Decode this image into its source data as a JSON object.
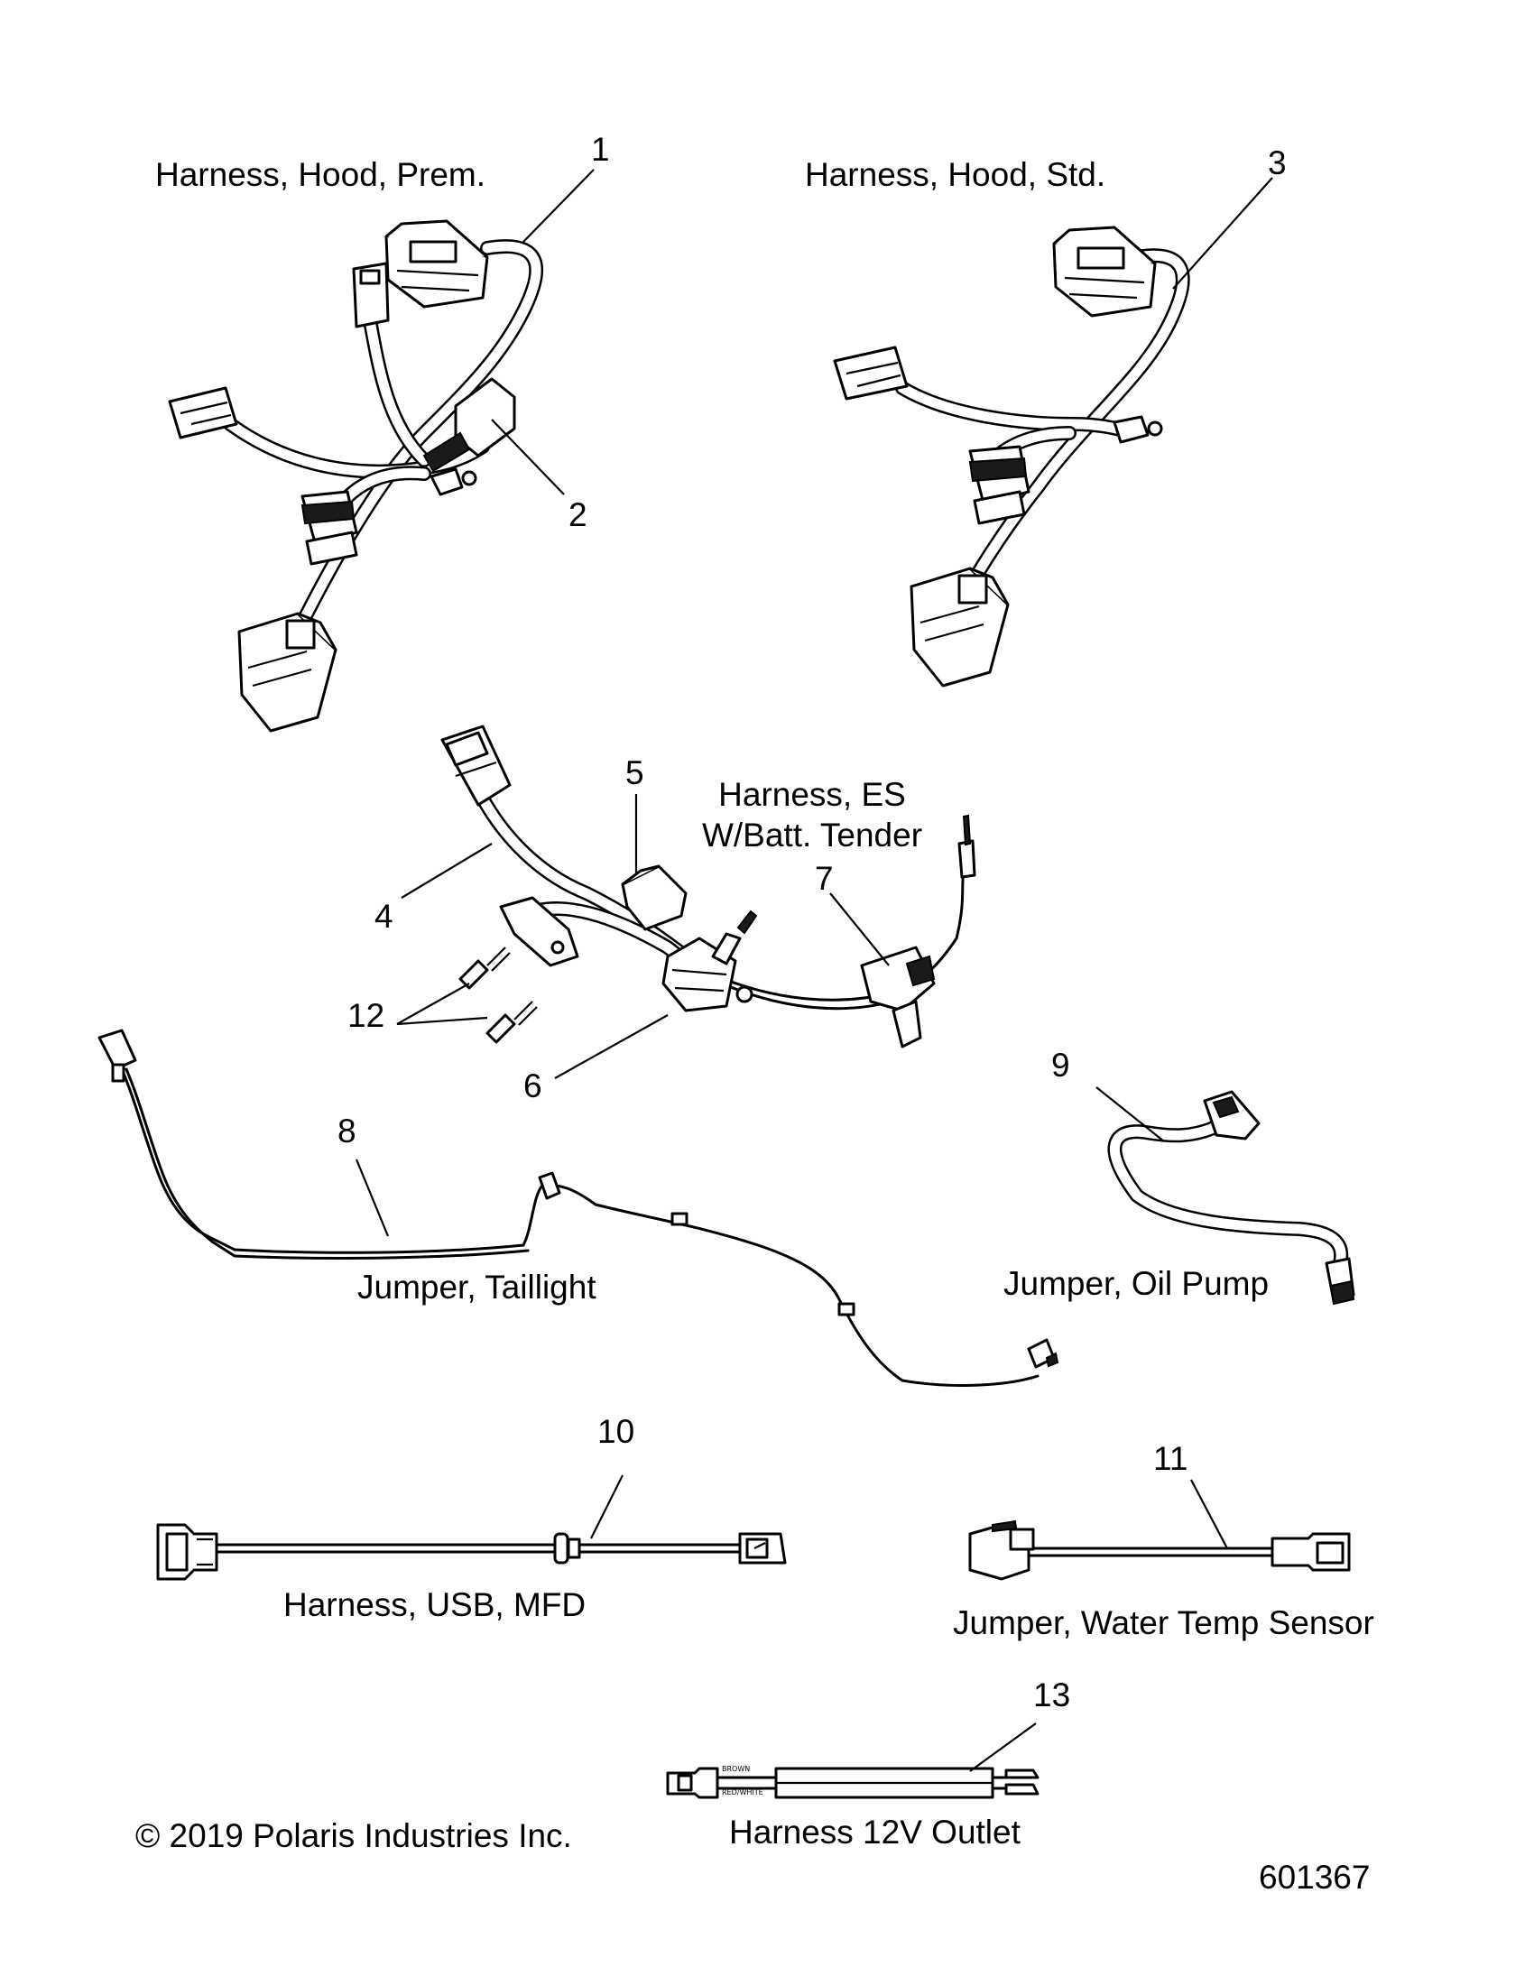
{
  "parts": [
    {
      "id": "hood-prem",
      "label": "Harness, Hood, Prem."
    },
    {
      "id": "hood-std",
      "label": "Harness, Hood, Std."
    },
    {
      "id": "es-batt",
      "label_line1": "Harness, ES",
      "label_line2": "W/Batt. Tender"
    },
    {
      "id": "taillight",
      "label": "Jumper, Taillight"
    },
    {
      "id": "oil-pump",
      "label": "Jumper, Oil Pump"
    },
    {
      "id": "usb-mfd",
      "label": "Harness, USB, MFD"
    },
    {
      "id": "water-temp",
      "label": "Jumper, Water Temp Sensor"
    },
    {
      "id": "outlet-12v",
      "label": "Harness 12V Outlet"
    }
  ],
  "callouts": [
    "1",
    "2",
    "3",
    "4",
    "5",
    "6",
    "7",
    "8",
    "9",
    "10",
    "11",
    "12",
    "13"
  ],
  "wire_marks": {
    "brown": "BROWN",
    "red_white": "RED/WHITE"
  },
  "copyright": "© 2019 Polaris Industries Inc.",
  "figure_number": "601367"
}
